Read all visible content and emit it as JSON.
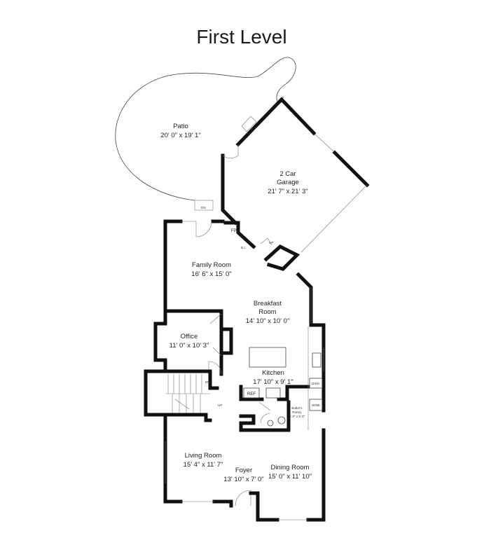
{
  "title": "First Level",
  "rooms": [
    {
      "id": "patio",
      "name": "Patio",
      "dims": "20' 0\" x 19' 1\""
    },
    {
      "id": "garage",
      "name_line1": "2 Car",
      "name_line2": "Garage",
      "dims": "21' 7\" x 21' 3\""
    },
    {
      "id": "family",
      "name": "Family Room",
      "dims": "16' 6\" x 15' 0\""
    },
    {
      "id": "breakfast",
      "name": "Breakfast",
      "name_line2": "Room",
      "dims": "14' 10\" x 10' 0\""
    },
    {
      "id": "office",
      "name": "Office",
      "dims": "11' 0\" x 10' 3\""
    },
    {
      "id": "kitchen",
      "name": "Kitchen",
      "dims": "17' 10\" x 9' 1\""
    },
    {
      "id": "living",
      "name": "Living Room",
      "dims": "15' 4\" x 11' 7\""
    },
    {
      "id": "foyer",
      "name": "Foyer",
      "dims": "13' 10\" x 7' 0\""
    },
    {
      "id": "dining",
      "name": "Dining Room",
      "dims": "15' 0\" x 11' 10\""
    }
  ],
  "labels": {
    "fp": "FP",
    "bi": "B.I.",
    "up_garage": "UP",
    "dn_patio": "DN",
    "dn_stairs": "DN",
    "up_stairs": "UP",
    "ref": "REF",
    "dish": "DISH",
    "wine": "WINE",
    "butlers_line1": "Butler's",
    "butlers_line2": "Pantry",
    "butlers_dims": "5' 3\" x 5' 0\""
  }
}
